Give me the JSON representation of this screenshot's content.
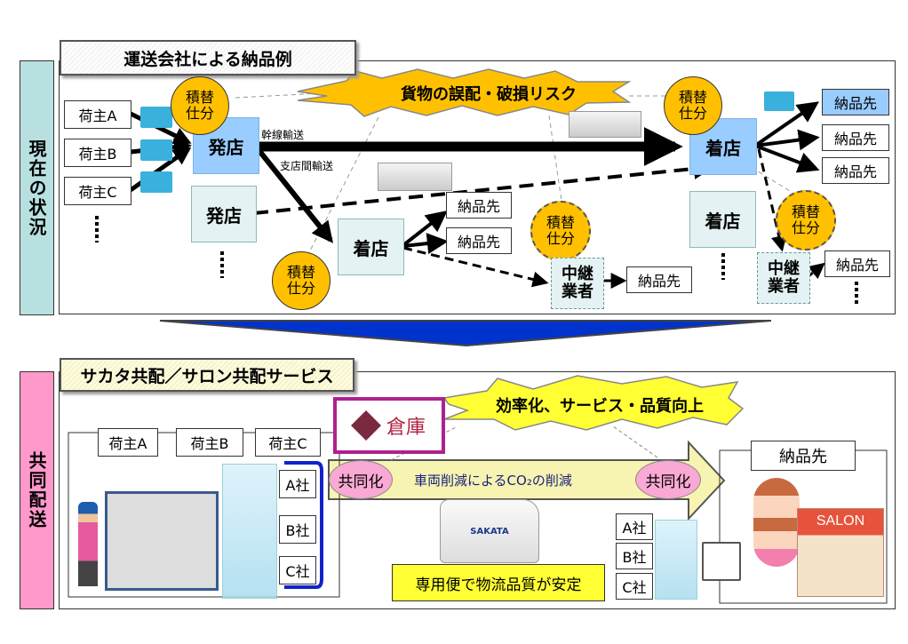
{
  "current": {
    "side_label": "現在の状況",
    "title": "運送会社による納品例",
    "risk_burst": "貨物の誤配・破損リスク",
    "shippers": [
      "荷主A",
      "荷主B",
      "荷主C"
    ],
    "origin_store": "発店",
    "origin_store_2": "発店",
    "trunk_label": "幹線輸送",
    "branch_label": "支店間輸送",
    "dest_store": "着店",
    "dest_store_mid": "着店",
    "dest_store_2": "着店",
    "transfer_sort": "積替\n仕分",
    "relay": "中継\n業者",
    "delivery": "納品先"
  },
  "joint": {
    "side_label": "共同配送",
    "title": "サカタ共配／サロン共配サービス",
    "improve_burst": "効率化、サービス・品質向上",
    "shippers": [
      "荷主A",
      "荷主B",
      "荷主C"
    ],
    "companies": [
      "A社",
      "B社",
      "C社"
    ],
    "logo_text": "倉庫",
    "joint_left": "共同化",
    "joint_right": "共同化",
    "arrow_text": "車両削減によるCO₂の削減",
    "dedicated": "専用便で物流品質が安定",
    "delivery": "納品先",
    "salon_sign": "SALON",
    "van_brand": "SAKATA"
  },
  "colors": {
    "store_primary": "#99ccff",
    "store_secondary": "#e4f2f4",
    "circle": "#ffc000",
    "burst_orange": "#ffc000",
    "burst_yellow": "#ffff33",
    "down_arrow": "#0033cc",
    "current_side": "#b9e0e0",
    "joint_side": "#ff99cc",
    "logo_border": "#b0208f"
  }
}
